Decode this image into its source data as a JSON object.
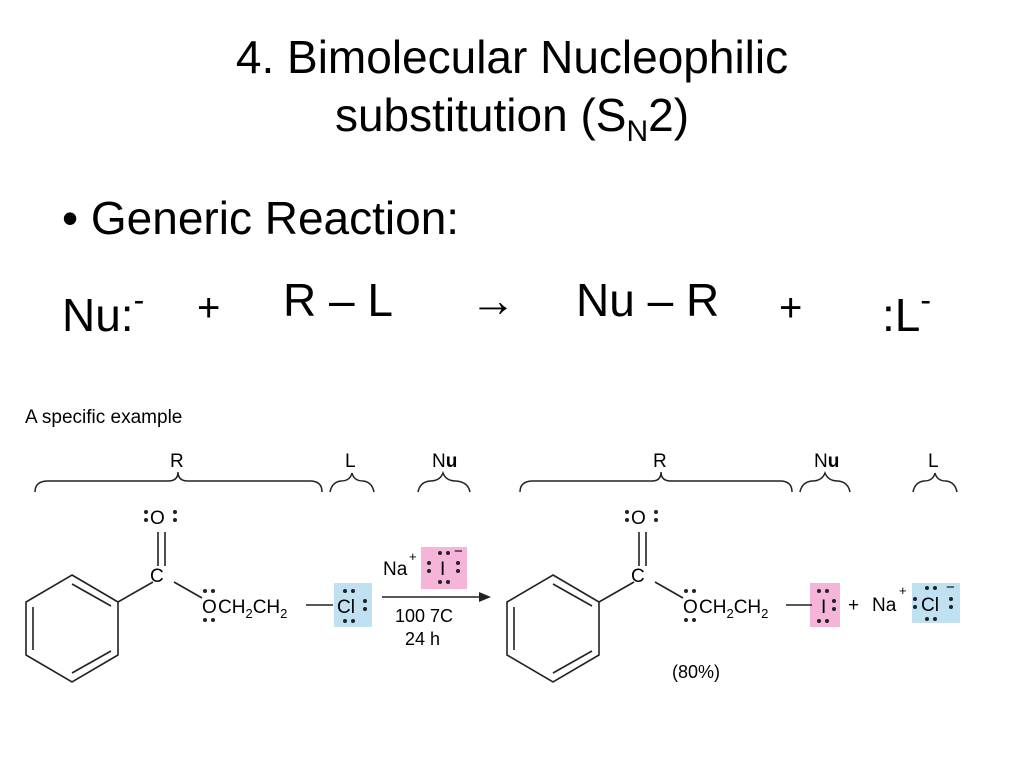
{
  "title": {
    "line1": "4. Bimolecular Nucleophilic",
    "line2_pre": "substitution (S",
    "line2_sub": "N",
    "line2_post": "2)"
  },
  "bullet": {
    "symbol": "•",
    "text": "Generic Reaction:"
  },
  "generic_eq": {
    "nu": "Nu:",
    "minus": "-",
    "plus": "+",
    "rl": "R – L",
    "arrow": "→",
    "nur": "Nu – R",
    "l": ":L"
  },
  "example": {
    "heading": "A specific example",
    "labels": {
      "R": "R",
      "L": "L",
      "Nu_N": "N",
      "Nu_u": "u"
    },
    "reagent": {
      "na": "Na",
      "plus": "+",
      "iodide": "I",
      "minus": "−"
    },
    "conditions": {
      "temp": "100 7C",
      "time": "24 h"
    },
    "atoms": {
      "O": "O",
      "C": "C",
      "Cl": "Cl",
      "I": "I",
      "CH2": "CH",
      "sub2": "2"
    },
    "products": {
      "plus": "+",
      "na": "Na",
      "cl": "Cl"
    },
    "yield": "(80%)"
  },
  "colors": {
    "chloride_box": "#bfe1f2",
    "iodide_box": "#f4b5d9"
  }
}
